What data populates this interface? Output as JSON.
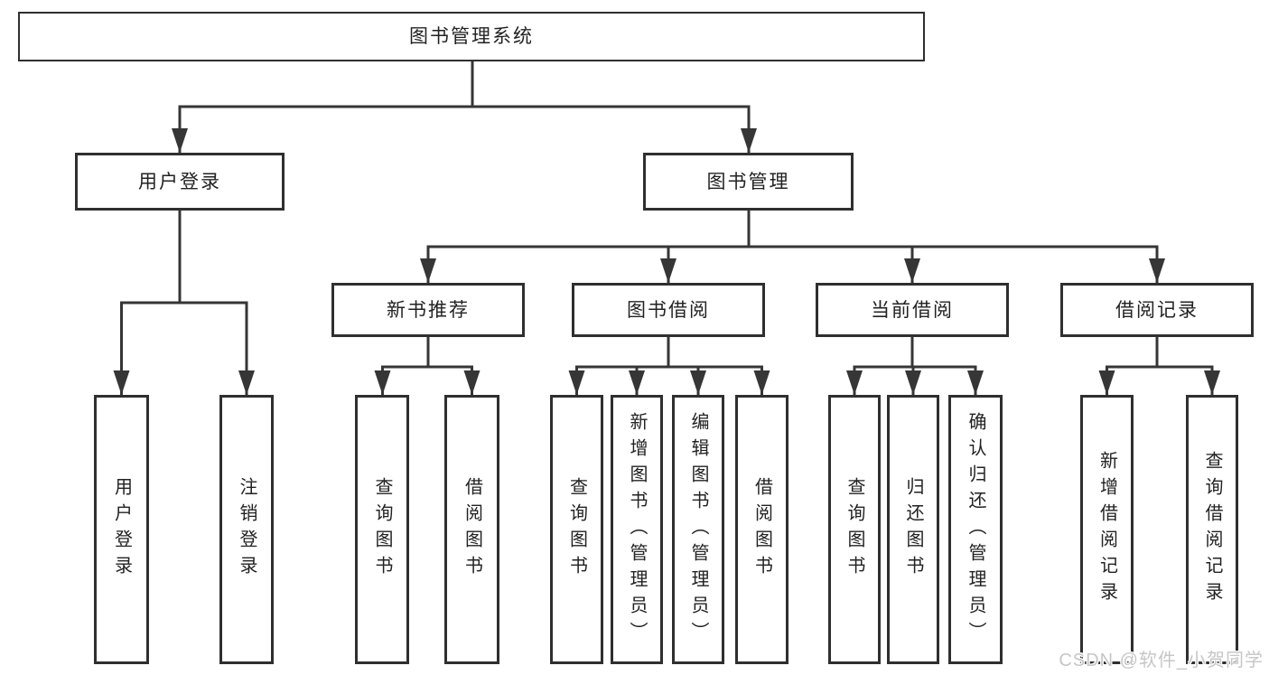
{
  "diagram_title": "图书管理系统",
  "nodes": {
    "root": "图书管理系统",
    "user_login": "用户登录",
    "book_mgmt": "图书管理",
    "new_book_rec": "新书推荐",
    "book_borrow": "图书借阅",
    "current_borrow": "当前借阅",
    "borrow_records": "借阅记录",
    "ul_user_login": "用户登录",
    "ul_logout": "注销登录",
    "nbr_query_book": "查询图书",
    "nbr_borrow_book": "借阅图书",
    "bb_query_book": "查询图书",
    "bb_add_book": "新增图书（管理员）",
    "bb_edit_book": "编辑图书（管理员）",
    "bb_borrow_book": "借阅图书",
    "cb_query_book": "查询图书",
    "cb_return_book": "归还图书",
    "cb_confirm_return": "确认归还（管理员）",
    "br_add_record": "新增借阅记录",
    "br_query_record": "查询借阅记录"
  },
  "watermark": {
    "text": "CSDN @软件_小贺同学"
  },
  "colors": {
    "line": "#363636",
    "box_border": "#2f2f2f",
    "box_fill": "#ffffff",
    "text": "#222222",
    "watermark_text": "#c6c6c6",
    "background": "#ffffff"
  }
}
